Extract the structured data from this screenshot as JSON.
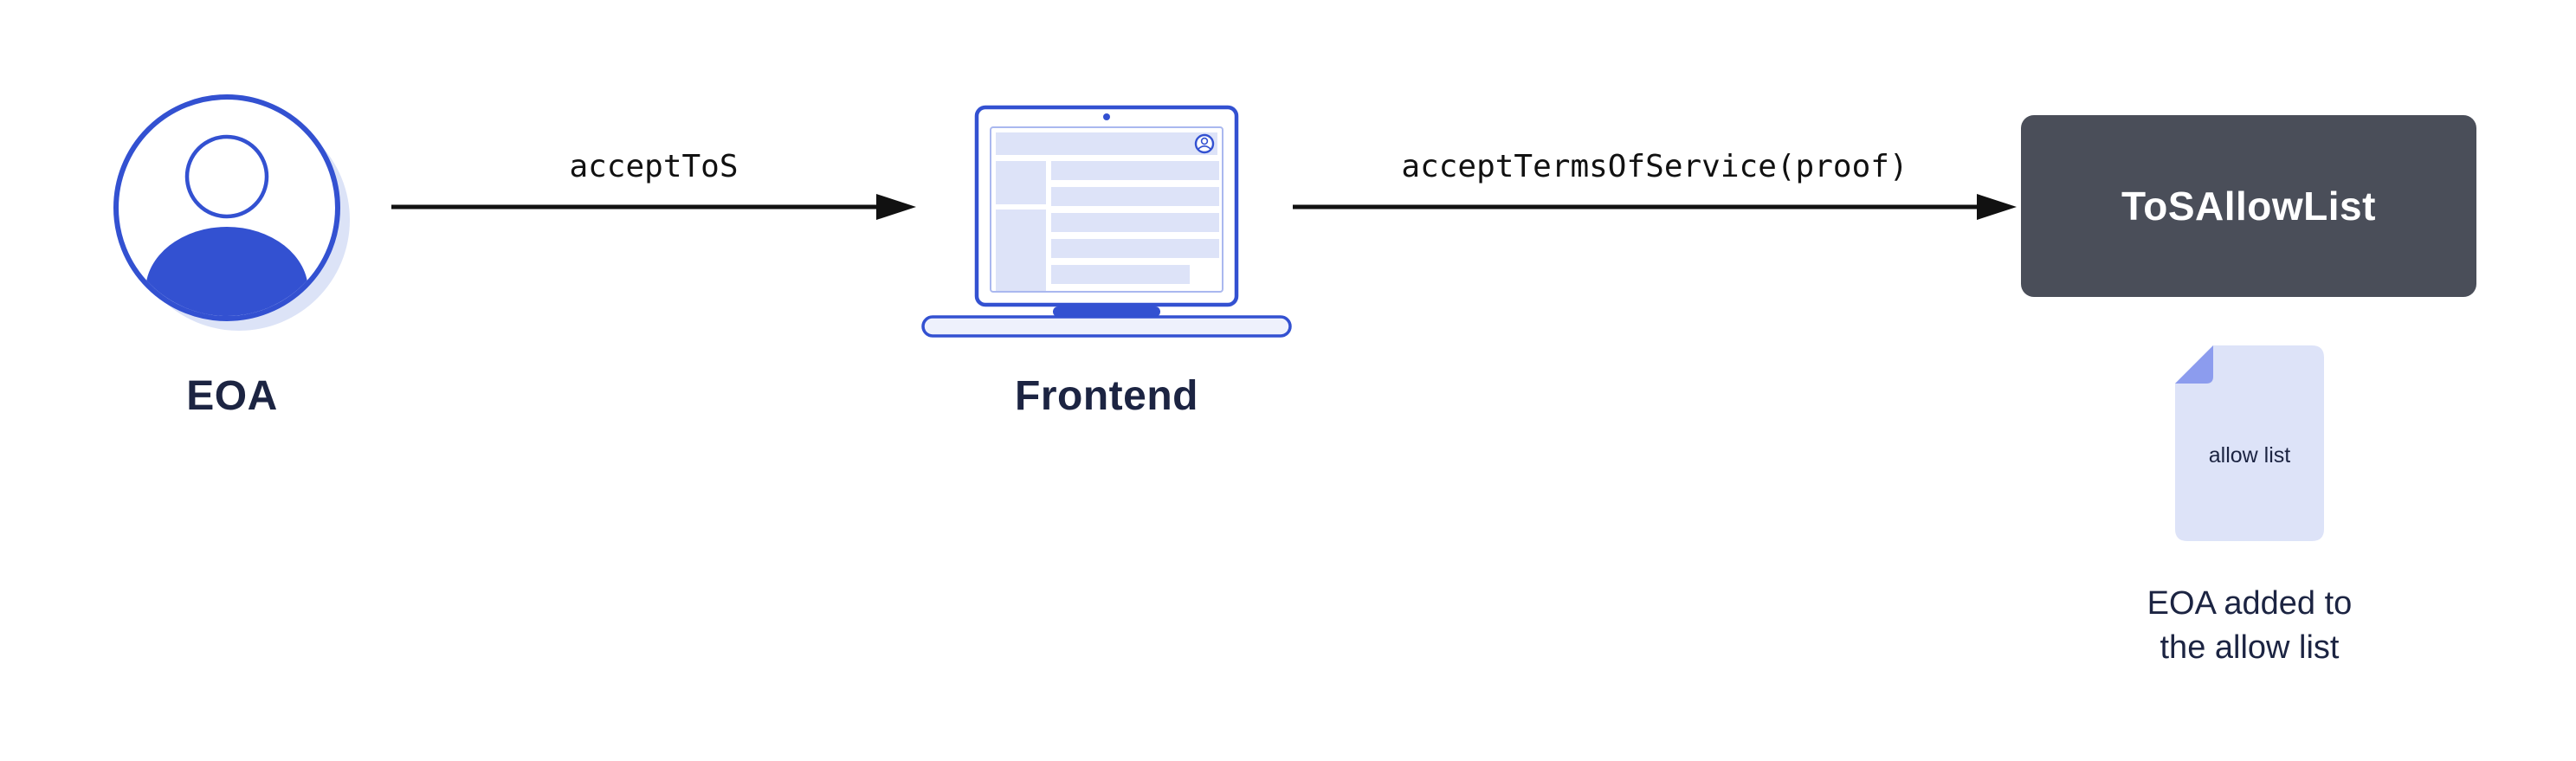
{
  "diagram": {
    "nodes": {
      "eoa": {
        "label": "EOA",
        "icon": "user-avatar-icon"
      },
      "frontend": {
        "label": "Frontend",
        "icon": "laptop-icon"
      },
      "tos_allow_list": {
        "label": "ToSAllowList"
      },
      "allow_list_doc": {
        "label": "allow list",
        "icon": "document-icon",
        "caption_lines": [
          "EOA added to",
          "the allow list"
        ]
      }
    },
    "edges": [
      {
        "from": "EOA",
        "to": "Frontend",
        "label": "acceptToS"
      },
      {
        "from": "Frontend",
        "to": "ToSAllowList",
        "label": "acceptTermsOfService(proof)"
      }
    ],
    "colors": {
      "primary_blue": "#3351d1",
      "light_lavender": "#dde3f8",
      "pale_lavender": "#eef1fc",
      "fold_periwinkle": "#8c9cee",
      "shadow_lavender": "#dce3f7",
      "dark_slate": "#4a4e59",
      "text_navy": "#1c2442",
      "arrow_black": "#111111",
      "background": "#ffffff"
    }
  }
}
